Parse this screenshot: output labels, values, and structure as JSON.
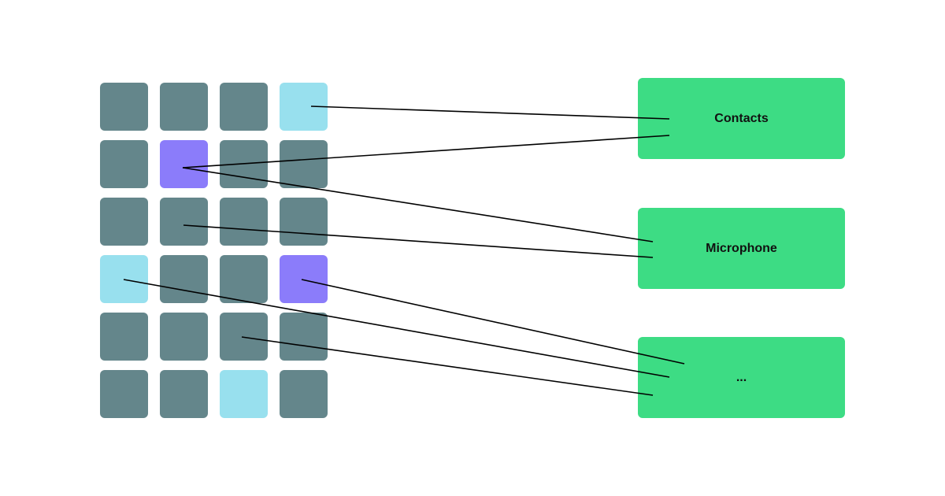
{
  "colors": {
    "tile_default": "#64868b",
    "tile_cyan": "#98e0ee",
    "tile_purple": "#8b7cfa",
    "box_green": "#3ddc84",
    "line": "#000000"
  },
  "grid": {
    "rows": 6,
    "cols": 4,
    "cells": [
      [
        "default",
        "default",
        "default",
        "cyan"
      ],
      [
        "default",
        "purple",
        "default",
        "default"
      ],
      [
        "default",
        "default",
        "default",
        "default"
      ],
      [
        "cyan",
        "default",
        "default",
        "purple"
      ],
      [
        "default",
        "default",
        "default",
        "default"
      ],
      [
        "default",
        "default",
        "cyan",
        "default"
      ]
    ]
  },
  "targets": [
    {
      "label": "Contacts"
    },
    {
      "label": "Microphone"
    },
    {
      "label": "..."
    }
  ],
  "connections": [
    {
      "from": [
        0,
        3
      ],
      "to": 0
    },
    {
      "from": [
        1,
        1
      ],
      "to": 0
    },
    {
      "from": [
        1,
        1
      ],
      "to": 1
    },
    {
      "from": [
        2,
        1
      ],
      "to": 1
    },
    {
      "from": [
        3,
        3
      ],
      "to": 2
    },
    {
      "from": [
        3,
        0
      ],
      "to": 2
    },
    {
      "from": [
        4,
        2
      ],
      "to": 2
    }
  ]
}
